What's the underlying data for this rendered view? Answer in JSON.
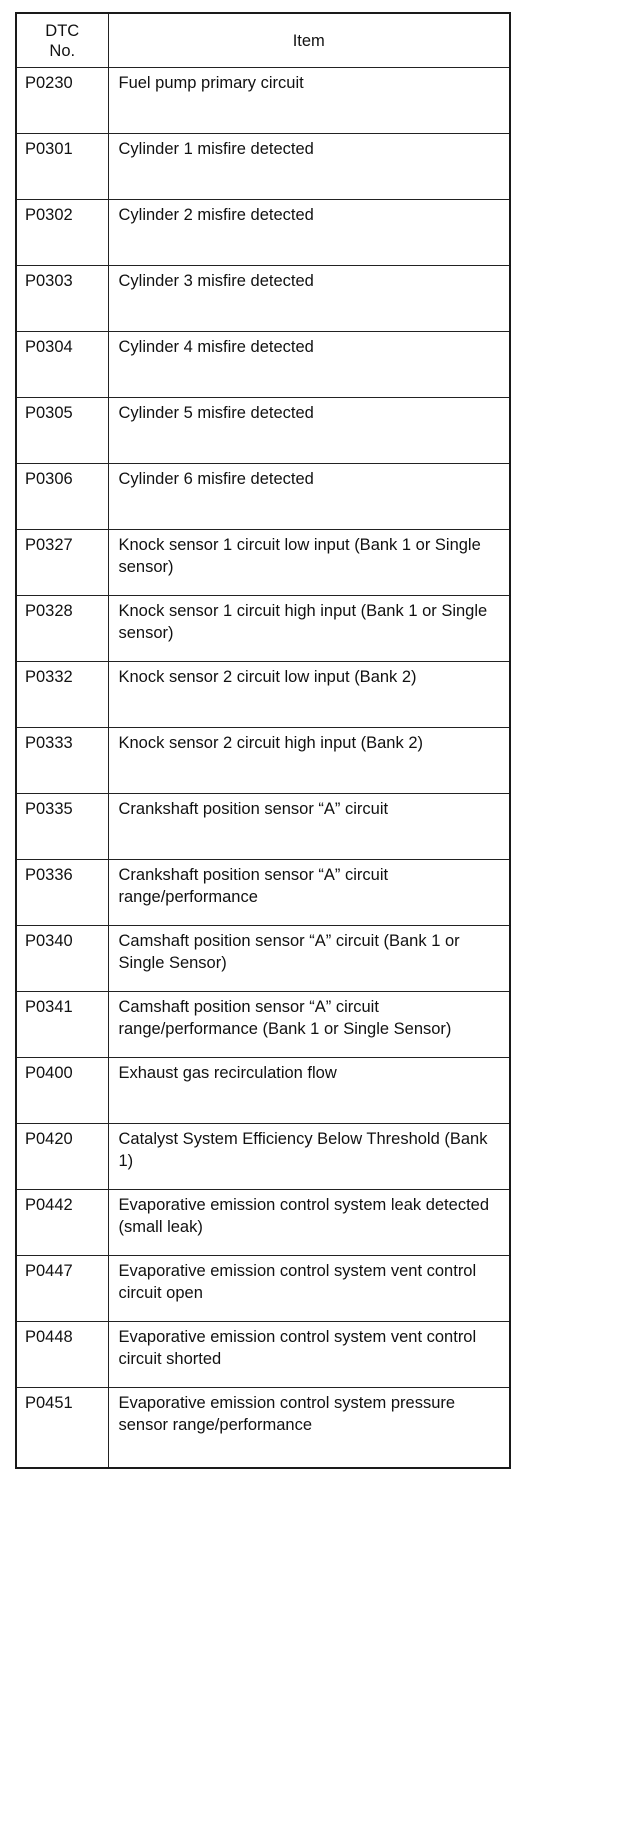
{
  "table": {
    "headers": {
      "dtc_line1": "DTC",
      "dtc_line2": "No.",
      "item": "Item"
    },
    "rows": [
      {
        "code": "P0230",
        "item": "Fuel pump primary circuit"
      },
      {
        "code": "P0301",
        "item": "Cylinder 1 misfire detected"
      },
      {
        "code": "P0302",
        "item": "Cylinder 2 misfire detected"
      },
      {
        "code": "P0303",
        "item": "Cylinder 3 misfire detected"
      },
      {
        "code": "P0304",
        "item": "Cylinder 4 misfire detected"
      },
      {
        "code": "P0305",
        "item": "Cylinder 5 misfire detected"
      },
      {
        "code": "P0306",
        "item": "Cylinder 6 misfire detected"
      },
      {
        "code": "P0327",
        "item": "Knock sensor 1 circuit low input (Bank 1 or Single sensor)"
      },
      {
        "code": "P0328",
        "item": "Knock sensor 1 circuit high input (Bank 1 or Single sensor)"
      },
      {
        "code": "P0332",
        "item": "Knock sensor 2 circuit low input (Bank 2)"
      },
      {
        "code": "P0333",
        "item": "Knock sensor 2 circuit high input (Bank 2)"
      },
      {
        "code": "P0335",
        "item": "Crankshaft position sensor “A” circuit"
      },
      {
        "code": "P0336",
        "item": "Crankshaft position sensor “A” circuit range/performance"
      },
      {
        "code": "P0340",
        "item": "Camshaft position sensor “A” circuit (Bank 1 or Single Sensor)"
      },
      {
        "code": "P0341",
        "item": "Camshaft position sensor “A” circuit range/performance (Bank 1 or Single Sensor)"
      },
      {
        "code": "P0400",
        "item": "Exhaust gas recirculation flow"
      },
      {
        "code": "P0420",
        "item": "Catalyst System Efficiency Below Threshold (Bank 1)"
      },
      {
        "code": "P0442",
        "item": "Evaporative emission control system leak detected (small leak)"
      },
      {
        "code": "P0447",
        "item": "Evaporative emission control system vent control circuit open"
      },
      {
        "code": "P0448",
        "item": "Evaporative emission control system vent control circuit shorted"
      },
      {
        "code": "P0451",
        "item": "Evaporative emission control system pressure sensor range/performance"
      }
    ]
  }
}
